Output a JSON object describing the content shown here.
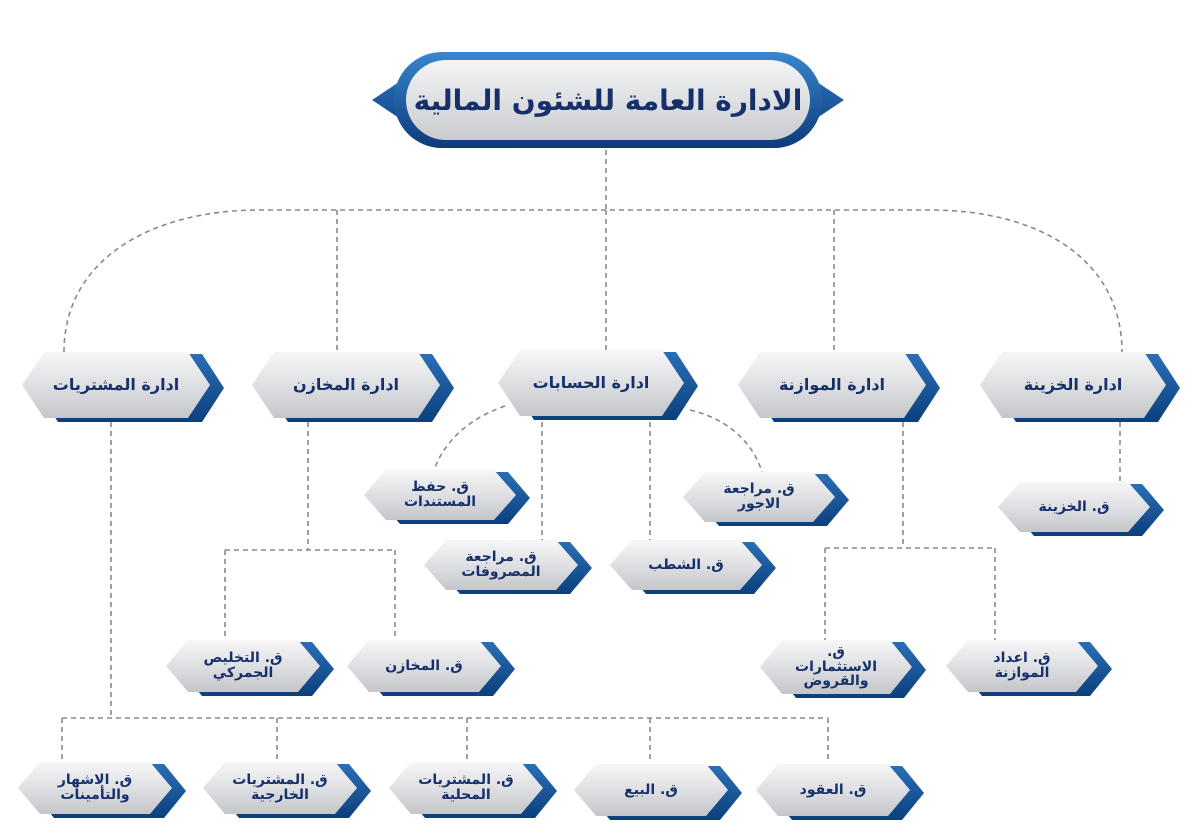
{
  "title": "الادارة العامة للشئون المالية",
  "departments": {
    "purchases": "ادارة المشتريات",
    "stores": "ادارة المخازن",
    "accounts": "ادارة الحسابات",
    "budget": "ادارة الموازنة",
    "treasury": "ادارة الخزينة"
  },
  "sections": {
    "treasury": "ق. الخزينة",
    "wages_review": "ق. مراجعة الاجور",
    "doc_keeping": "ق. حفظ المستندات",
    "expenses_review": "ق. مراجعة المصروفات",
    "write_off": "ق. الشطب",
    "customs": "ق. التخليص الجمركي",
    "stores": "ق. المخازن",
    "investments": "ق. الاستثمارات والقروض",
    "budget_prep": "ق. اعداد الموازنة",
    "publicity": "ق. الاشهار والتأمينات",
    "foreign_purchases": "ق. المشتريات الخارجية",
    "local_purchases": "ق. المشتريات المحلية",
    "sales": "ق. البيع",
    "contracts": "ق. العقود"
  },
  "colors": {
    "accent": "#0c3f7c",
    "text": "#16306a",
    "connector": "#8a8a8a"
  }
}
